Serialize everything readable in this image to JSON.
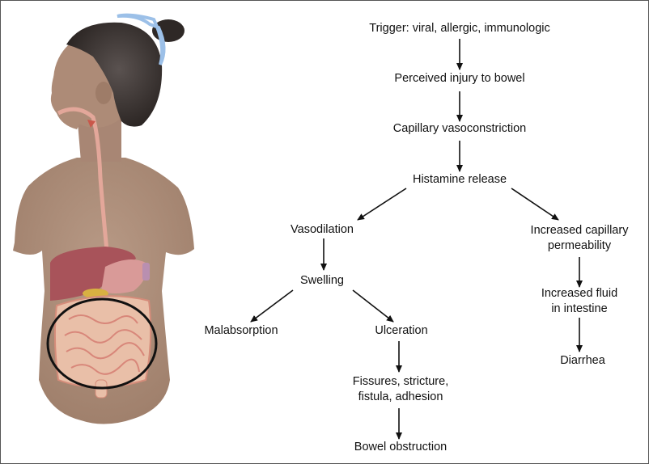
{
  "figure": {
    "illustration": {
      "subject": "child torso with digestive tract",
      "highlight": "small intestine circled"
    },
    "flowchart": {
      "nodes": {
        "trigger": "Trigger: viral, allergic, immunologic",
        "injury": "Perceived injury to bowel",
        "vasoconstriction": "Capillary vasoconstriction",
        "histamine": "Histamine release",
        "vasodilation": "Vasodilation",
        "permeability_1": "Increased capillary",
        "permeability_2": "permeability",
        "swelling": "Swelling",
        "fluid_1": "Increased fluid",
        "fluid_2": "in intestine",
        "malabsorption": "Malabsorption",
        "ulceration": "Ulceration",
        "diarrhea": "Diarrhea",
        "fissures_1": "Fissures, stricture,",
        "fissures_2": "fistula, adhesion",
        "obstruction": "Bowel obstruction"
      }
    }
  }
}
